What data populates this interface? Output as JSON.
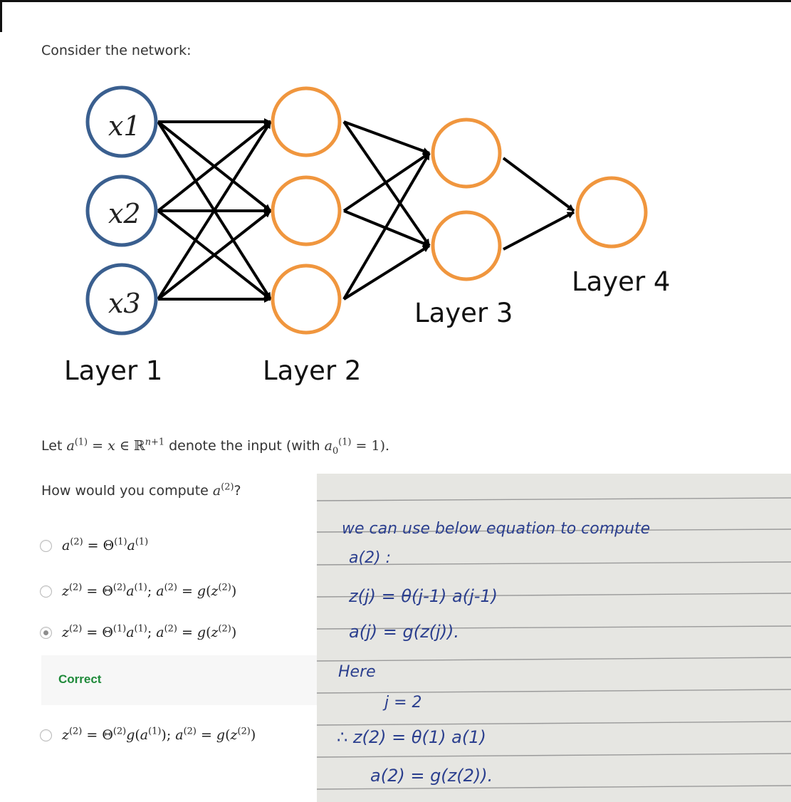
{
  "prompt": "Consider the network:",
  "network": {
    "inputs": [
      "x1",
      "x2",
      "x3"
    ],
    "layer_labels": [
      "Layer 1",
      "Layer 2",
      "Layer 3",
      "Layer 4"
    ],
    "colors": {
      "input_node": "#3a5f8f",
      "hidden_node": "#f0963e",
      "edge": "#000000"
    }
  },
  "text": {
    "let_prefix": "Let",
    "denote": "denote the input (with",
    "close": "= 1).",
    "question_prefix": "How would you compute",
    "question_suffix": "?"
  },
  "options": [
    {
      "id": "opt1",
      "checked": false
    },
    {
      "id": "opt2",
      "checked": false
    },
    {
      "id": "opt3",
      "checked": true
    },
    {
      "id": "opt4",
      "checked": false
    }
  ],
  "feedback": {
    "label": "Correct",
    "color": "#1f8a3a"
  },
  "note": {
    "lines": [
      "we can use below equation to compute",
      "a(2) :",
      "z(j) = θ(j-1) a(j-1)",
      "a(j) = g(z(j)).",
      "Here",
      "j = 2",
      "∴ z(2) = θ(1) a(1)",
      "a(2) = g(z(2))."
    ],
    "ink_color": "#2b3f8e"
  }
}
